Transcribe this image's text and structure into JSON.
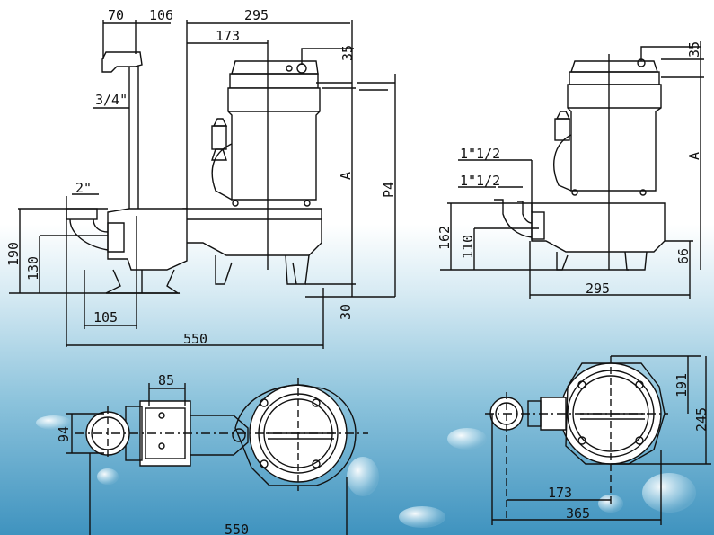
{
  "colors": {
    "water_top": "#ffffff",
    "water_mid": "#cfe6f1",
    "water_bottom": "#3f93bf",
    "line": "#111111"
  },
  "dimensions": {
    "top_70": "70",
    "top_106": "106",
    "top_295": "295",
    "top_173": "173",
    "left_35": "35",
    "pipe_3_4": "3/4\"",
    "outlet_2": "2\"",
    "left_190": "190",
    "left_130": "130",
    "left_105": "105",
    "left_550": "550",
    "left_30": "30",
    "left_A": "A",
    "left_P4": "P4",
    "right_35": "35",
    "right_A": "A",
    "right_1_1_2_a": "1\"1/2",
    "right_1_1_2_b": "1\"1/2",
    "right_162": "162",
    "right_110": "110",
    "right_66": "66",
    "right_295": "295",
    "plan_85": "85",
    "plan_94": "94",
    "plan_550": "550",
    "plan_191": "191",
    "plan_245": "245",
    "plan_173": "173",
    "plan_365": "365"
  }
}
